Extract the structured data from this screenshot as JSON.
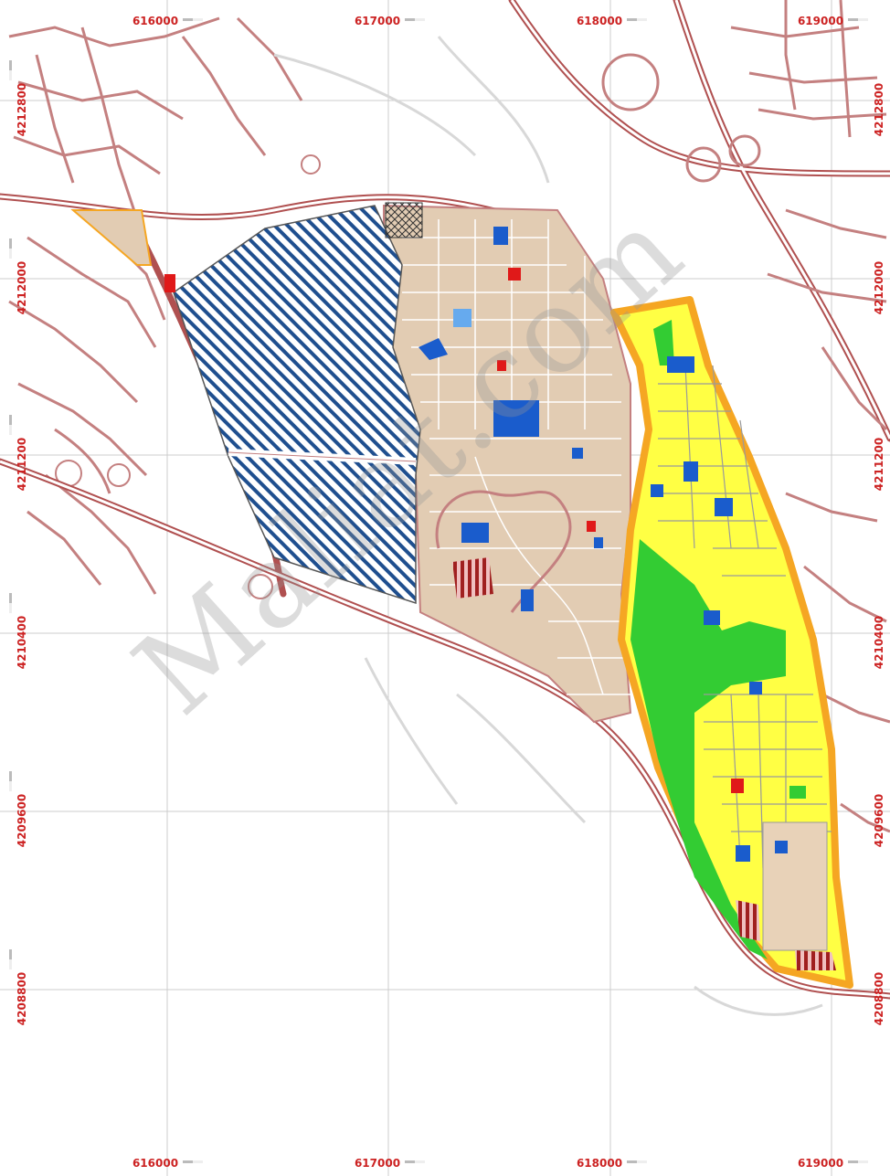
{
  "map": {
    "grid_x_labels": [
      "616000",
      "617000",
      "618000",
      "619000"
    ],
    "grid_y_labels": [
      "4212800",
      "4212000",
      "4211200",
      "4210400",
      "4209600",
      "4208800"
    ],
    "watermark": "Maliat.com",
    "colors": {
      "road": "#b85a5a",
      "residential_old": "#e8d2b8",
      "residential_new": "#ffff33",
      "green_space": "#33cc33",
      "public_service": "#1a5ccc",
      "hatched_zone": "#1f4f8f",
      "boundary": "#f5a623",
      "grid": "#c8c8c8",
      "coord_text": "#cc2222"
    }
  }
}
